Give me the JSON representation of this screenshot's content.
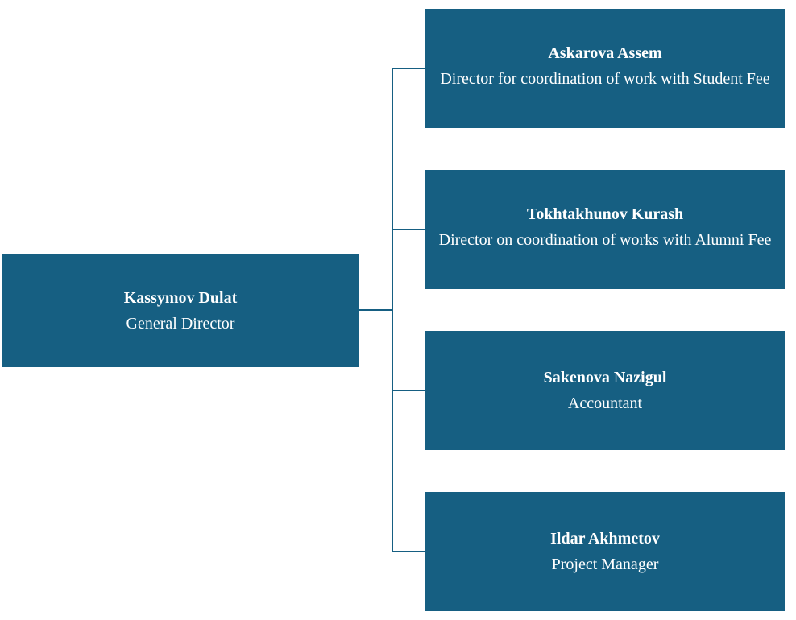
{
  "colors": {
    "box": "#165f82",
    "text": "#ffffff",
    "line": "#165f82"
  },
  "root": {
    "name": "Kassymov Dulat",
    "role": "General Director"
  },
  "children": [
    {
      "name": "Askarova Assem",
      "role": "Director for coordination of work with Student Fee"
    },
    {
      "name": "Tokhtakhunov Kurash",
      "role": "Director on coordination of works with Alumni Fee"
    },
    {
      "name": "Sakenova Nazigul",
      "role": "Accountant"
    },
    {
      "name": "Ildar Akhmetov",
      "role": "Project Manager"
    }
  ]
}
